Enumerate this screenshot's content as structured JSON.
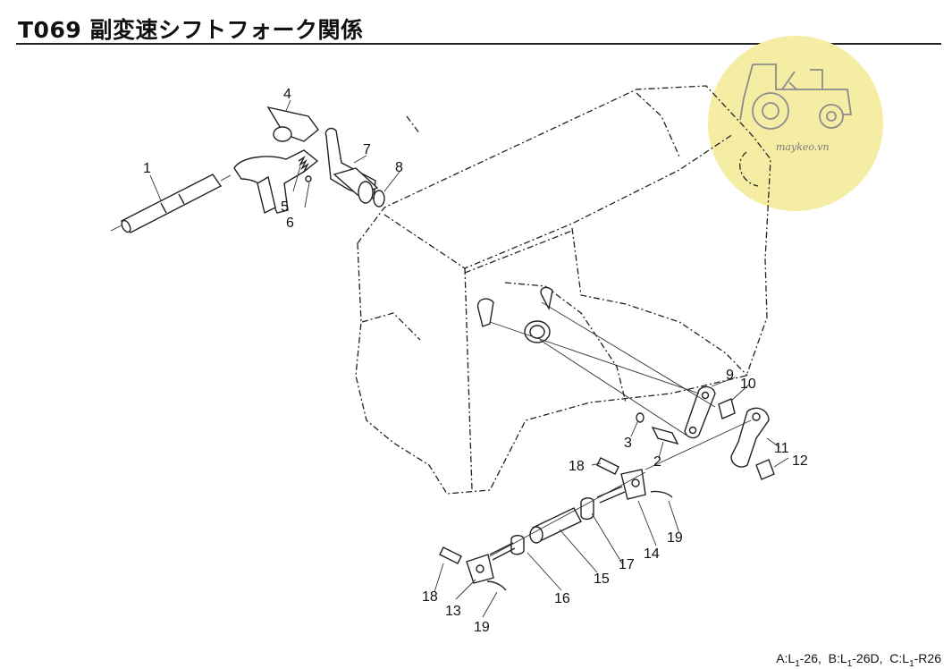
{
  "header": {
    "title": "T069 副変速シフトフォーク関係"
  },
  "footer": {
    "models": [
      {
        "prefix": "A:L",
        "sub": "1",
        "suffix": "-26"
      },
      {
        "prefix": "B:L",
        "sub": "1",
        "suffix": "-26D"
      },
      {
        "prefix": "C:L",
        "sub": "1",
        "suffix": "-R26"
      }
    ]
  },
  "watermark": {
    "text": "maykeo.vn",
    "color": "#f6eda4",
    "icon": "tractor-icon"
  },
  "callouts": [
    "1",
    "2",
    "3",
    "4",
    "5",
    "6",
    "7",
    "8",
    "9",
    "10",
    "11",
    "12",
    "13",
    "14",
    "15",
    "16",
    "17",
    "18",
    "18",
    "19",
    "19"
  ]
}
